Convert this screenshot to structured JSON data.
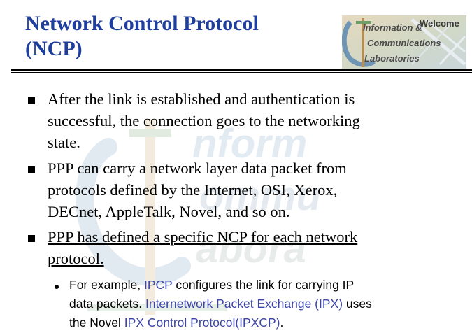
{
  "slide": {
    "title_line1": "Network Control Protocol",
    "title_line2": "(NCP)",
    "logo": {
      "welcome": "Welcome",
      "line1": "Information &",
      "line2": "Communications",
      "line3": "Laboratories"
    },
    "bullets": [
      {
        "lines": [
          "After the link is established and authentication is",
          "successful, the connection goes to the networking",
          "state."
        ]
      },
      {
        "lines": [
          "PPP can carry a network layer data packet from",
          "protocols defined by the Internet, OSI, Xerox,",
          "DECnet, AppleTalk, Novel, and so on."
        ]
      },
      {
        "lines": [
          "PPP has defined a specific NCP for each network",
          "protocol."
        ],
        "underlined": true
      }
    ],
    "sub_bullet": {
      "line1_a": "For example, ",
      "line1_b": "IPCP",
      "line1_c": " configures the link for carrying IP",
      "line2_a": "data packets. ",
      "line2_b": "Internetwork Packet Exchange (IPX)",
      "line2_c": " uses",
      "line3_a": "the Novel ",
      "line3_b": "IPX Control Protocol(IPXCP)",
      "line3_c": "."
    },
    "colors": {
      "title": "#1f3f9e",
      "link_text": "#3b44a8",
      "text": "#000000"
    }
  }
}
